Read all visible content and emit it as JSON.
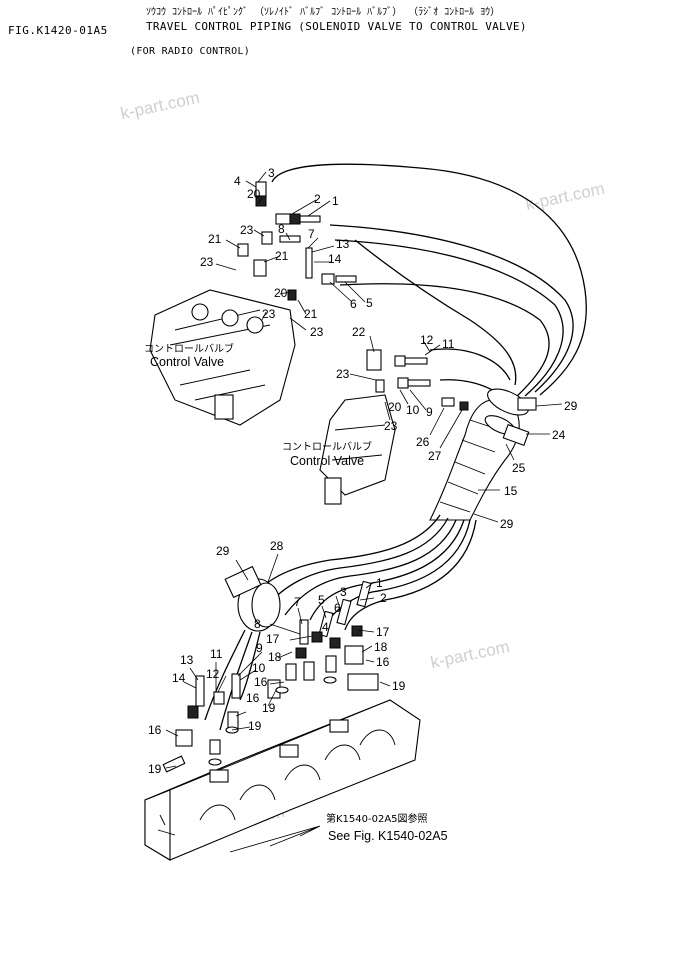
{
  "header": {
    "figure_id": "FIG.K1420-01A5",
    "title_jp": "ｿｳｺｳ ｺﾝﾄﾛｰﾙ ﾊﾟｲﾋﾟﾝｸﾞ （ｿﾚﾉｲﾄﾞ ﾊﾞﾙﾌﾞ ｺﾝﾄﾛｰﾙ ﾊﾞﾙﾌﾞ） （ﾗｼﾞｵ ｺﾝﾄﾛｰﾙ ﾖｳ）",
    "title_en": "TRAVEL CONTROL PIPING (SOLENOID VALVE TO CONTROL VALVE)",
    "subtitle": "(FOR RADIO CONTROL)"
  },
  "watermark": "k-part.com",
  "labels": {
    "control_valve_jp": "コントロールバルブ",
    "control_valve_en": "Control Valve",
    "see_fig_jp": "第K1540-02A5図参照",
    "see_fig_en": "See Fig. K1540-02A5"
  },
  "callouts": [
    "1",
    "2",
    "3",
    "4",
    "5",
    "6",
    "7",
    "8",
    "9",
    "10",
    "11",
    "12",
    "13",
    "14",
    "15",
    "16",
    "17",
    "18",
    "19",
    "20",
    "21",
    "22",
    "23",
    "24",
    "25",
    "26",
    "27",
    "28",
    "29"
  ]
}
